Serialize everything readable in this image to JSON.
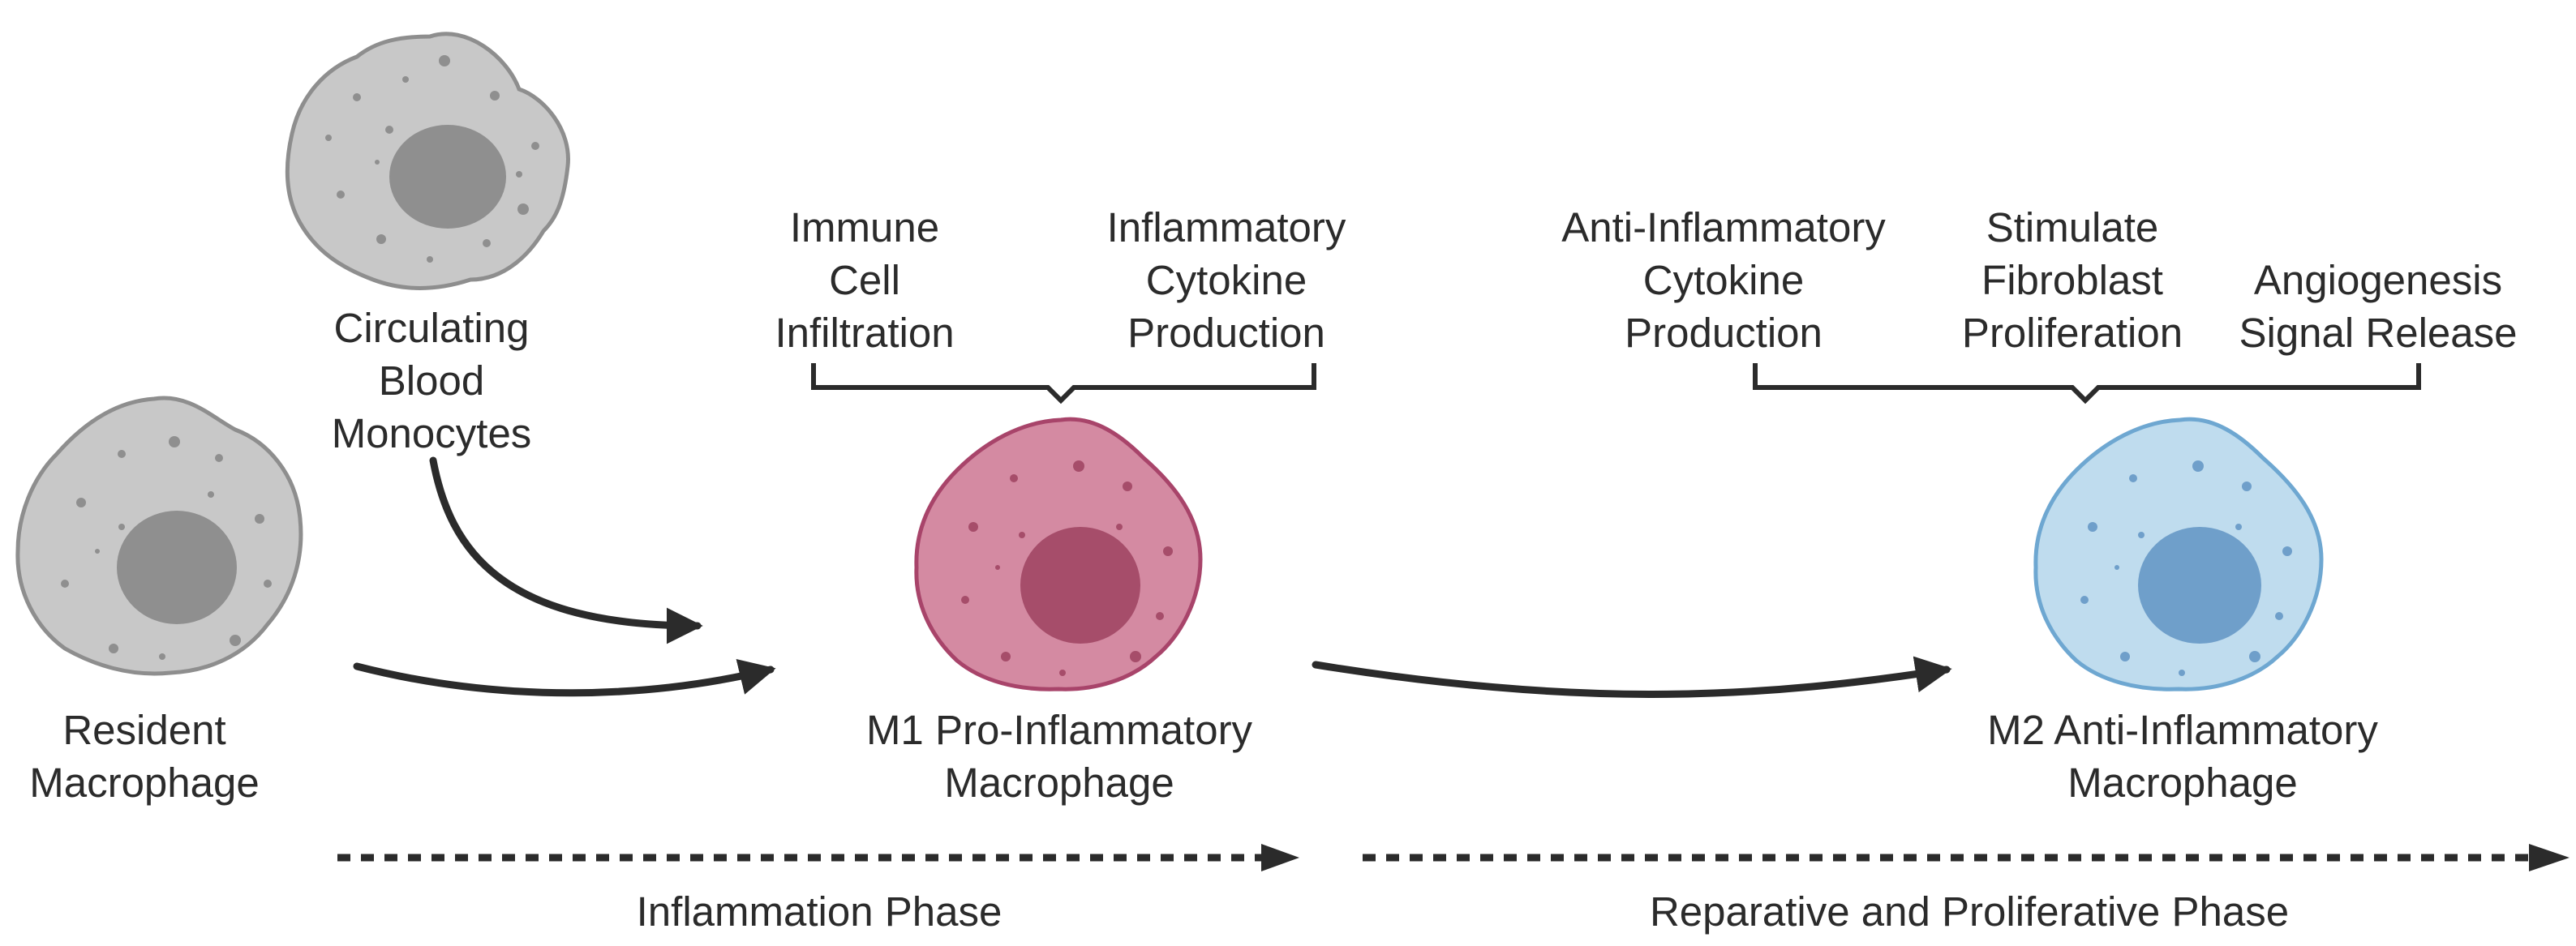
{
  "colors": {
    "ink": "#2b2b2b",
    "gray_cell_fill": "#c8c8c8",
    "gray_cell_outline": "#8e8e8e",
    "gray_nucleus": "#8f8f8f",
    "m1_cell_fill": "#d48aa2",
    "m1_cell_outline": "#a8446a",
    "m1_nucleus": "#a64d6a",
    "m2_cell_fill": "#bfdcee",
    "m2_cell_outline": "#6ea7d1",
    "m2_nucleus": "#6f9fca"
  },
  "cells": {
    "circulating": {
      "label_lines": [
        "Circulating",
        "Blood",
        "Monocytes"
      ],
      "icon": "monocyte-cell-icon"
    },
    "resident": {
      "label_lines": [
        "Resident",
        "Macrophage"
      ],
      "icon": "resident-macrophage-cell-icon"
    },
    "m1": {
      "label_lines": [
        "M1 Pro-Inflammatory",
        "Macrophage"
      ],
      "icon": "m1-macrophage-cell-icon"
    },
    "m2": {
      "label_lines": [
        "M2 Anti-Inflammatory",
        "Macrophage"
      ],
      "icon": "m2-macrophage-cell-icon"
    }
  },
  "m1_functions": [
    {
      "lines": [
        "Immune",
        "Cell",
        "Infiltration"
      ]
    },
    {
      "lines": [
        "Inflammatory",
        "Cytokine",
        "Production"
      ]
    }
  ],
  "m2_functions": [
    {
      "lines": [
        "Anti-Inflammatory",
        "Cytokine",
        "Production"
      ]
    },
    {
      "lines": [
        "Stimulate",
        "Fibroblast",
        "Proliferation"
      ]
    },
    {
      "lines": [
        "Angiogenesis",
        "Signal Release"
      ]
    }
  ],
  "phases": {
    "inflammation": "Inflammation Phase",
    "reparative": "Reparative and Proliferative Phase"
  }
}
